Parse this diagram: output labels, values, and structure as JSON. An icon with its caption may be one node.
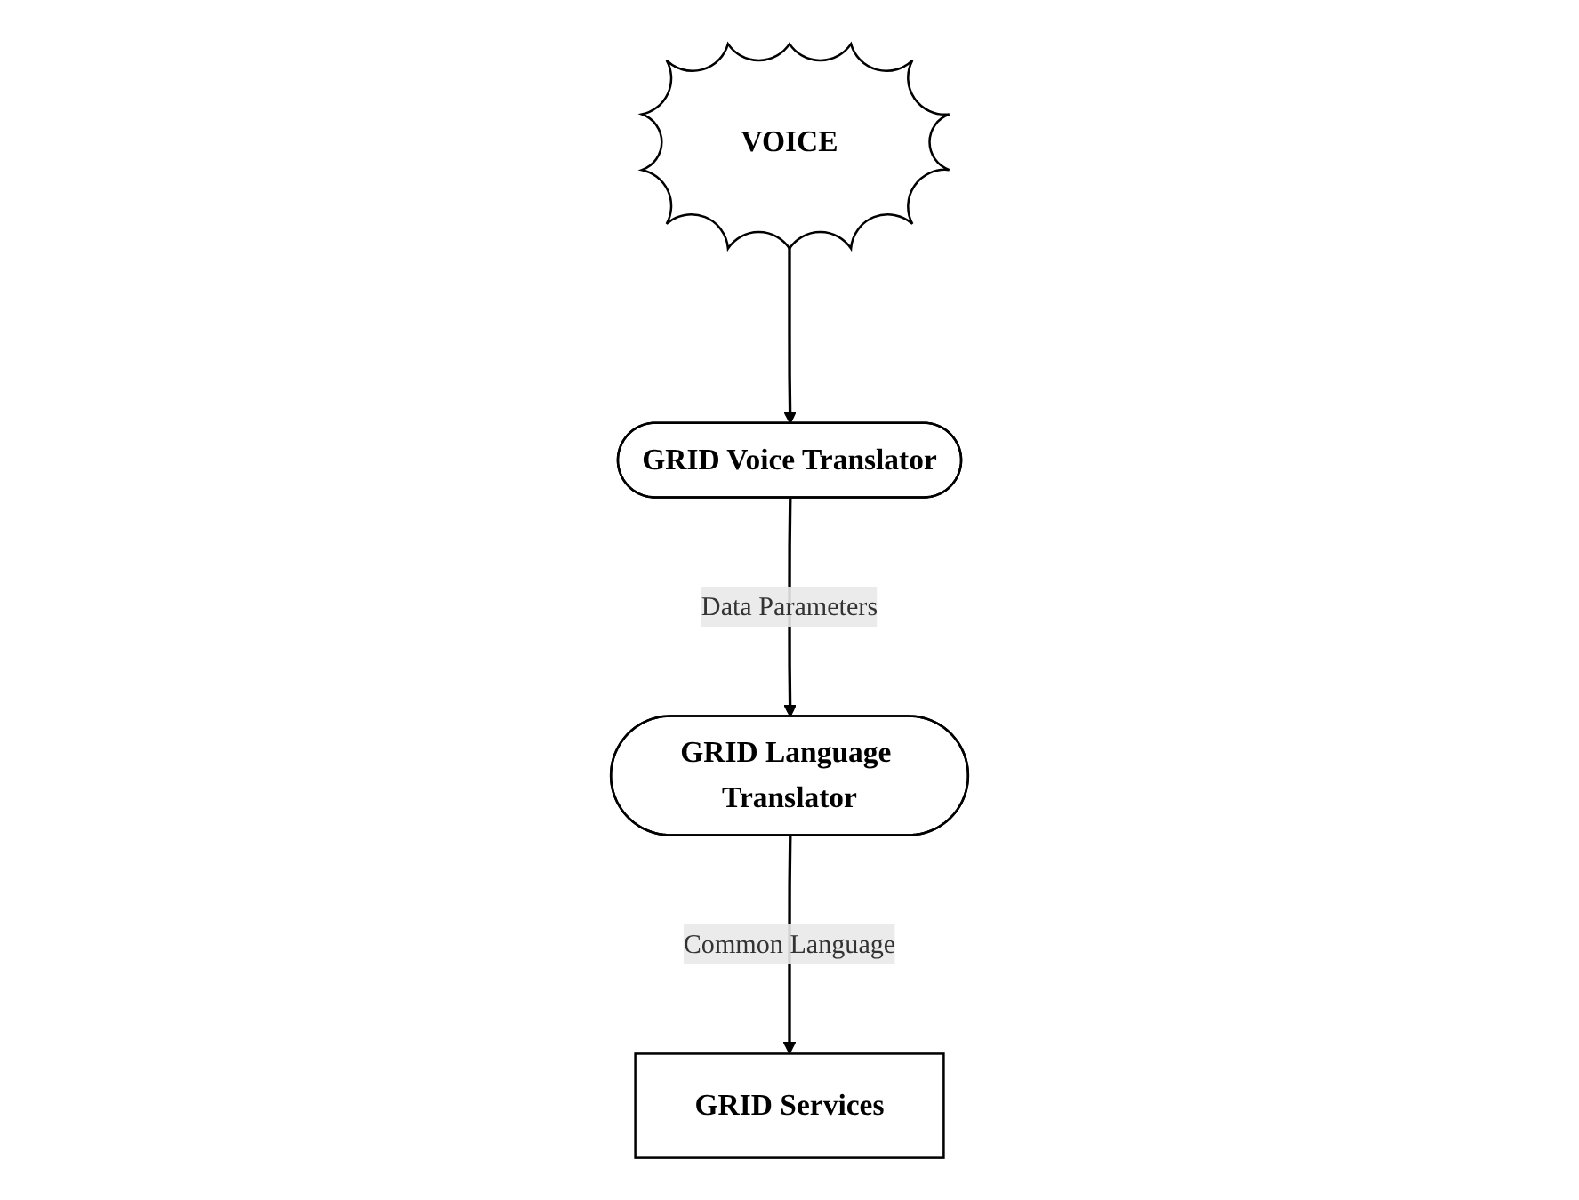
{
  "diagram": {
    "nodes": [
      {
        "text": [
          "VOICE"
        ]
      },
      {
        "text": [
          "GRID Voice Translator"
        ]
      },
      {
        "text": [
          "GRID Language Translator"
        ]
      },
      {
        "text": [
          "GRID Services"
        ]
      }
    ],
    "edges": [
      {
        "from": 0,
        "to": 1,
        "arrow": "to"
      },
      {
        "from": 1,
        "to": 2,
        "arrow": "to",
        "label": "Data Parameters"
      },
      {
        "from": 2,
        "to": 3,
        "arrow": "to",
        "label": "Common Language"
      }
    ]
  }
}
